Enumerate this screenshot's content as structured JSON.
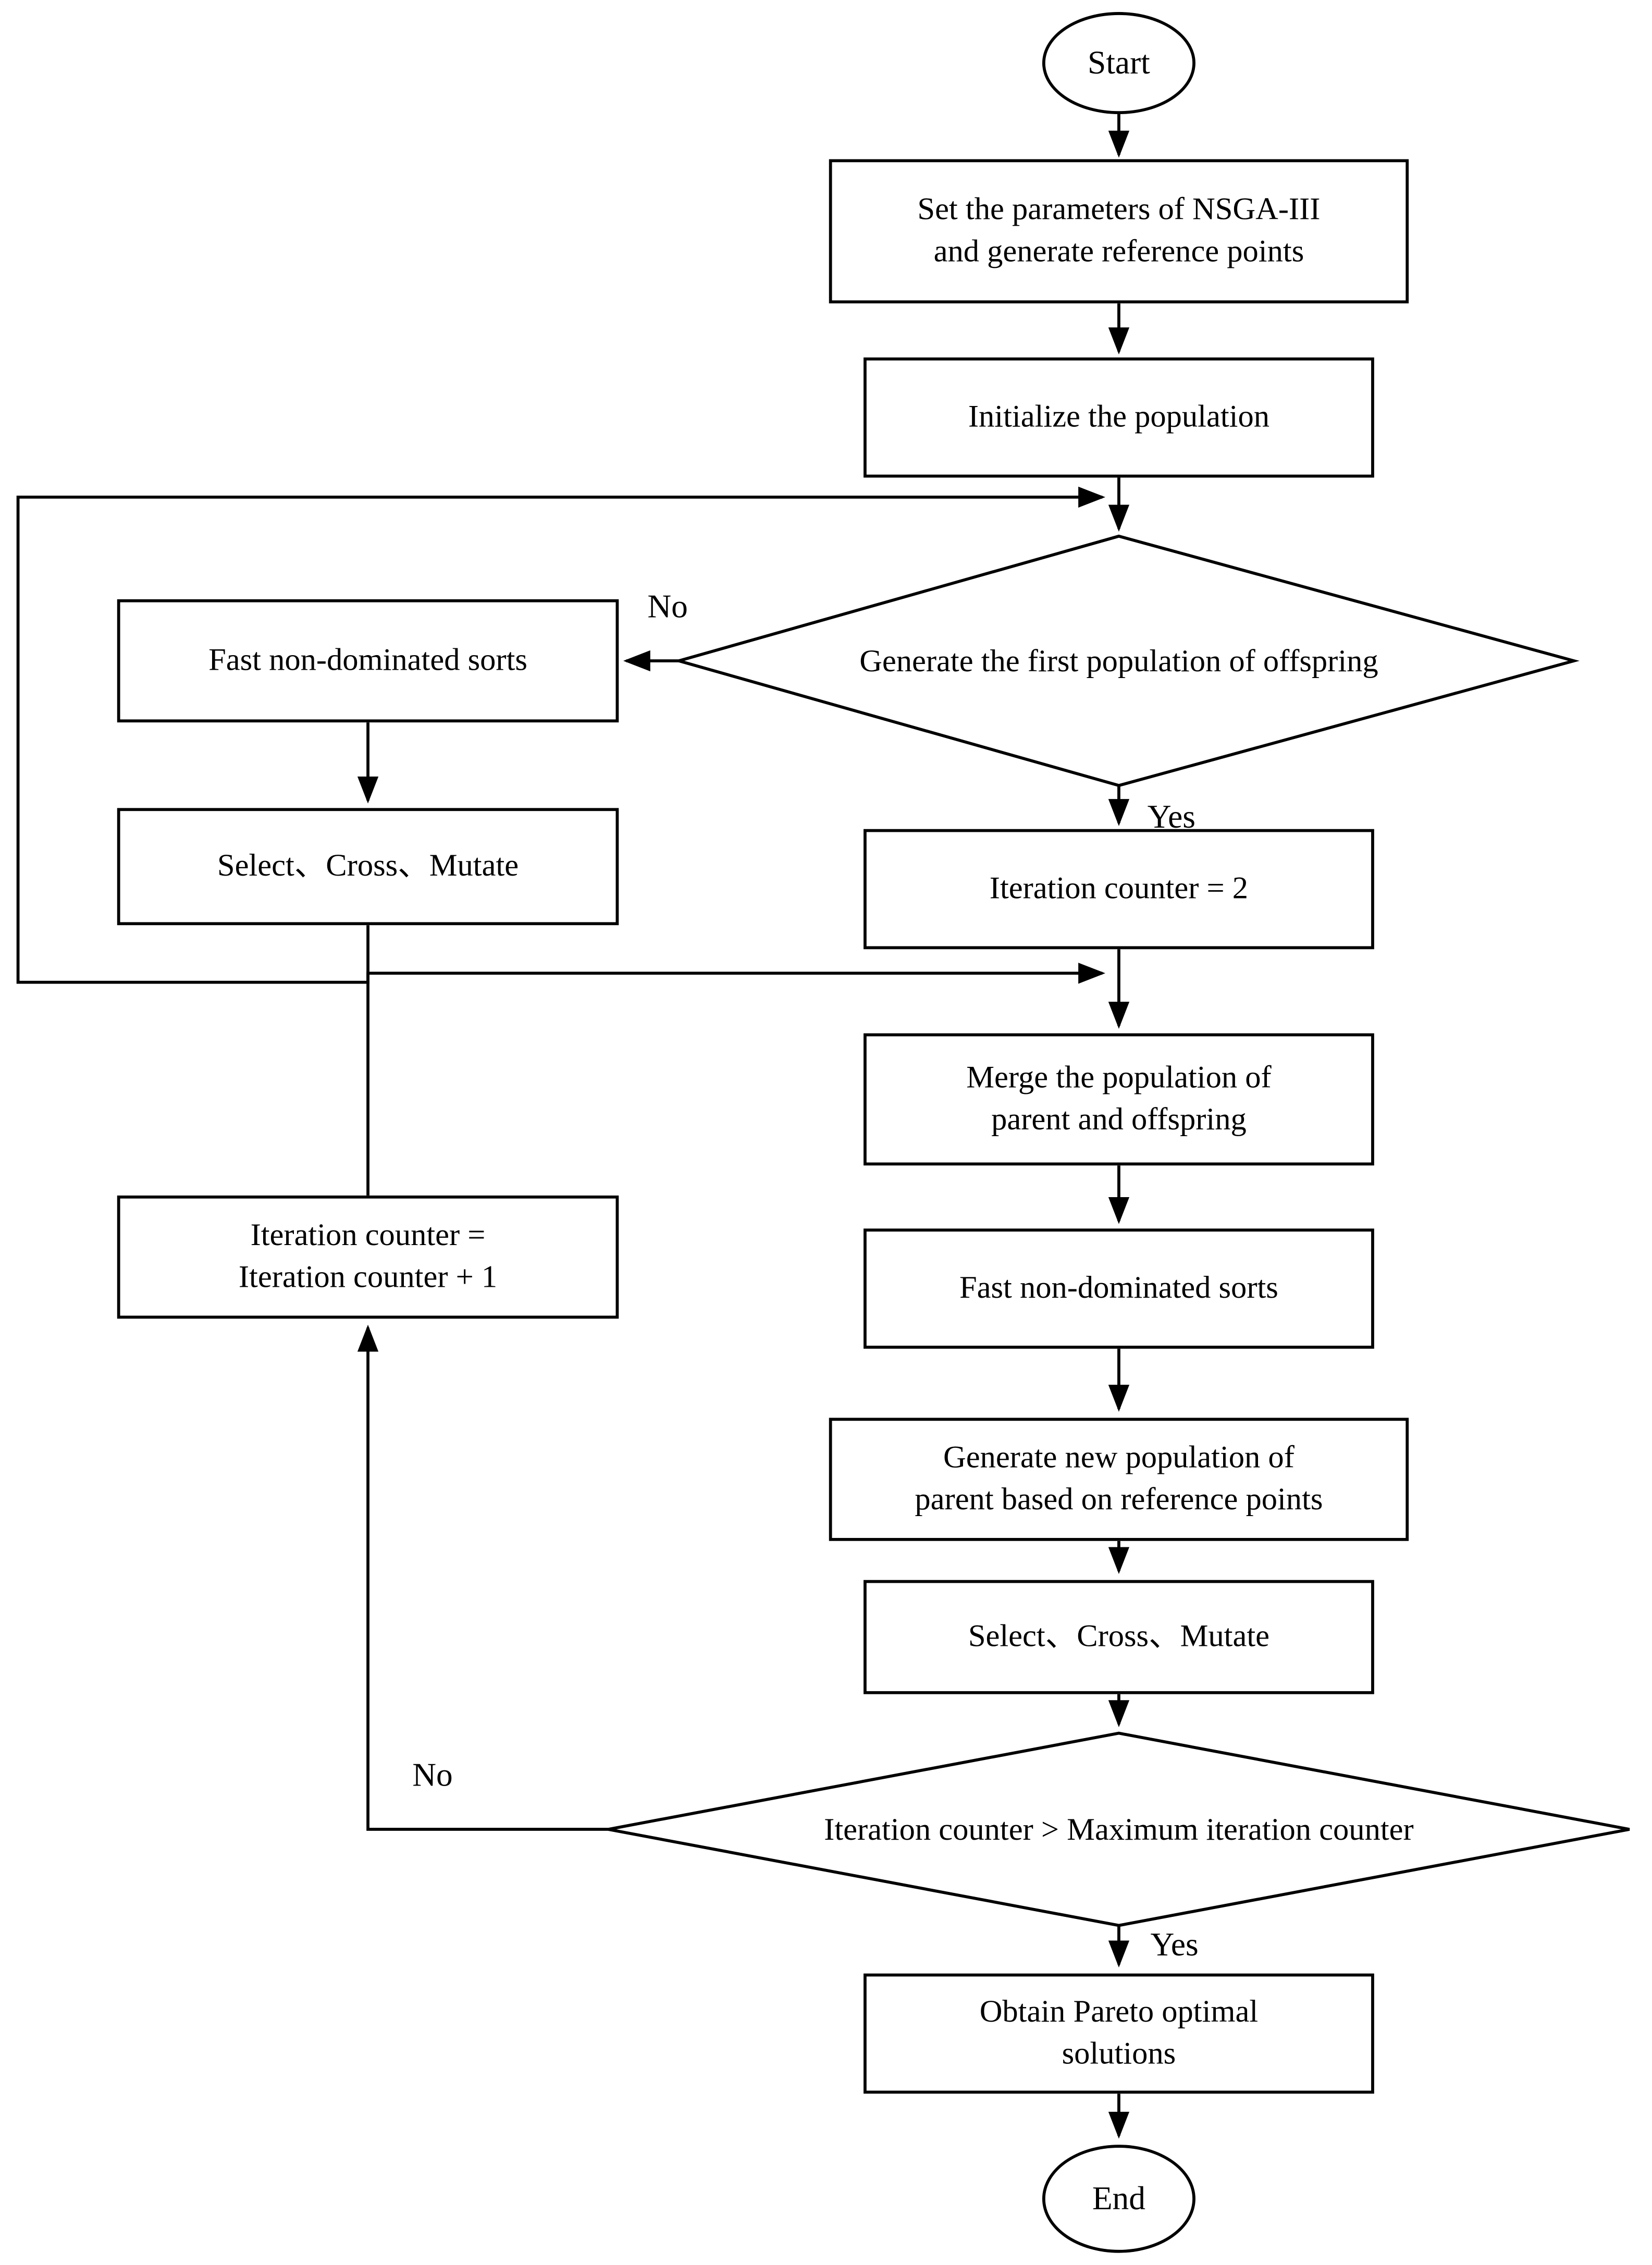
{
  "flowchart": {
    "colors": {
      "stroke": "#000000",
      "background": "#ffffff"
    },
    "nodes": {
      "start": {
        "type": "terminator",
        "label": "Start"
      },
      "set_params": {
        "type": "process",
        "lines": [
          "Set the parameters of NSGA-III",
          "and generate reference points"
        ]
      },
      "init_pop": {
        "type": "process",
        "label": "Initialize the population"
      },
      "first_offspring_decision": {
        "type": "decision",
        "label": "Generate the first population of offspring"
      },
      "fast_sorts_left": {
        "type": "process",
        "label": "Fast non-dominated sorts"
      },
      "select_cross_mutate_left": {
        "type": "process",
        "label": "Select、Cross、Mutate"
      },
      "iteration_counter_2": {
        "type": "process",
        "label": "Iteration counter = 2"
      },
      "merge_population": {
        "type": "process",
        "lines": [
          "Merge the population of",
          "parent and offspring"
        ]
      },
      "fast_sorts_mid": {
        "type": "process",
        "label": "Fast non-dominated sorts"
      },
      "generate_new_population": {
        "type": "process",
        "lines": [
          "Generate new population of",
          "parent based on reference points"
        ]
      },
      "select_cross_mutate_mid": {
        "type": "process",
        "label": "Select、Cross、Mutate"
      },
      "max_iteration_decision": {
        "type": "decision",
        "label": "Iteration counter > Maximum iteration counter"
      },
      "iteration_increment": {
        "type": "process",
        "lines": [
          "Iteration counter =",
          "Iteration counter + 1"
        ]
      },
      "obtain_pareto": {
        "type": "process",
        "lines": [
          "Obtain Pareto optimal",
          "solutions"
        ]
      },
      "end": {
        "type": "terminator",
        "label": "End"
      }
    },
    "edge_labels": {
      "first_offspring_no": "No",
      "first_offspring_yes": "Yes",
      "max_iteration_no": "No",
      "max_iteration_yes": "Yes"
    }
  }
}
